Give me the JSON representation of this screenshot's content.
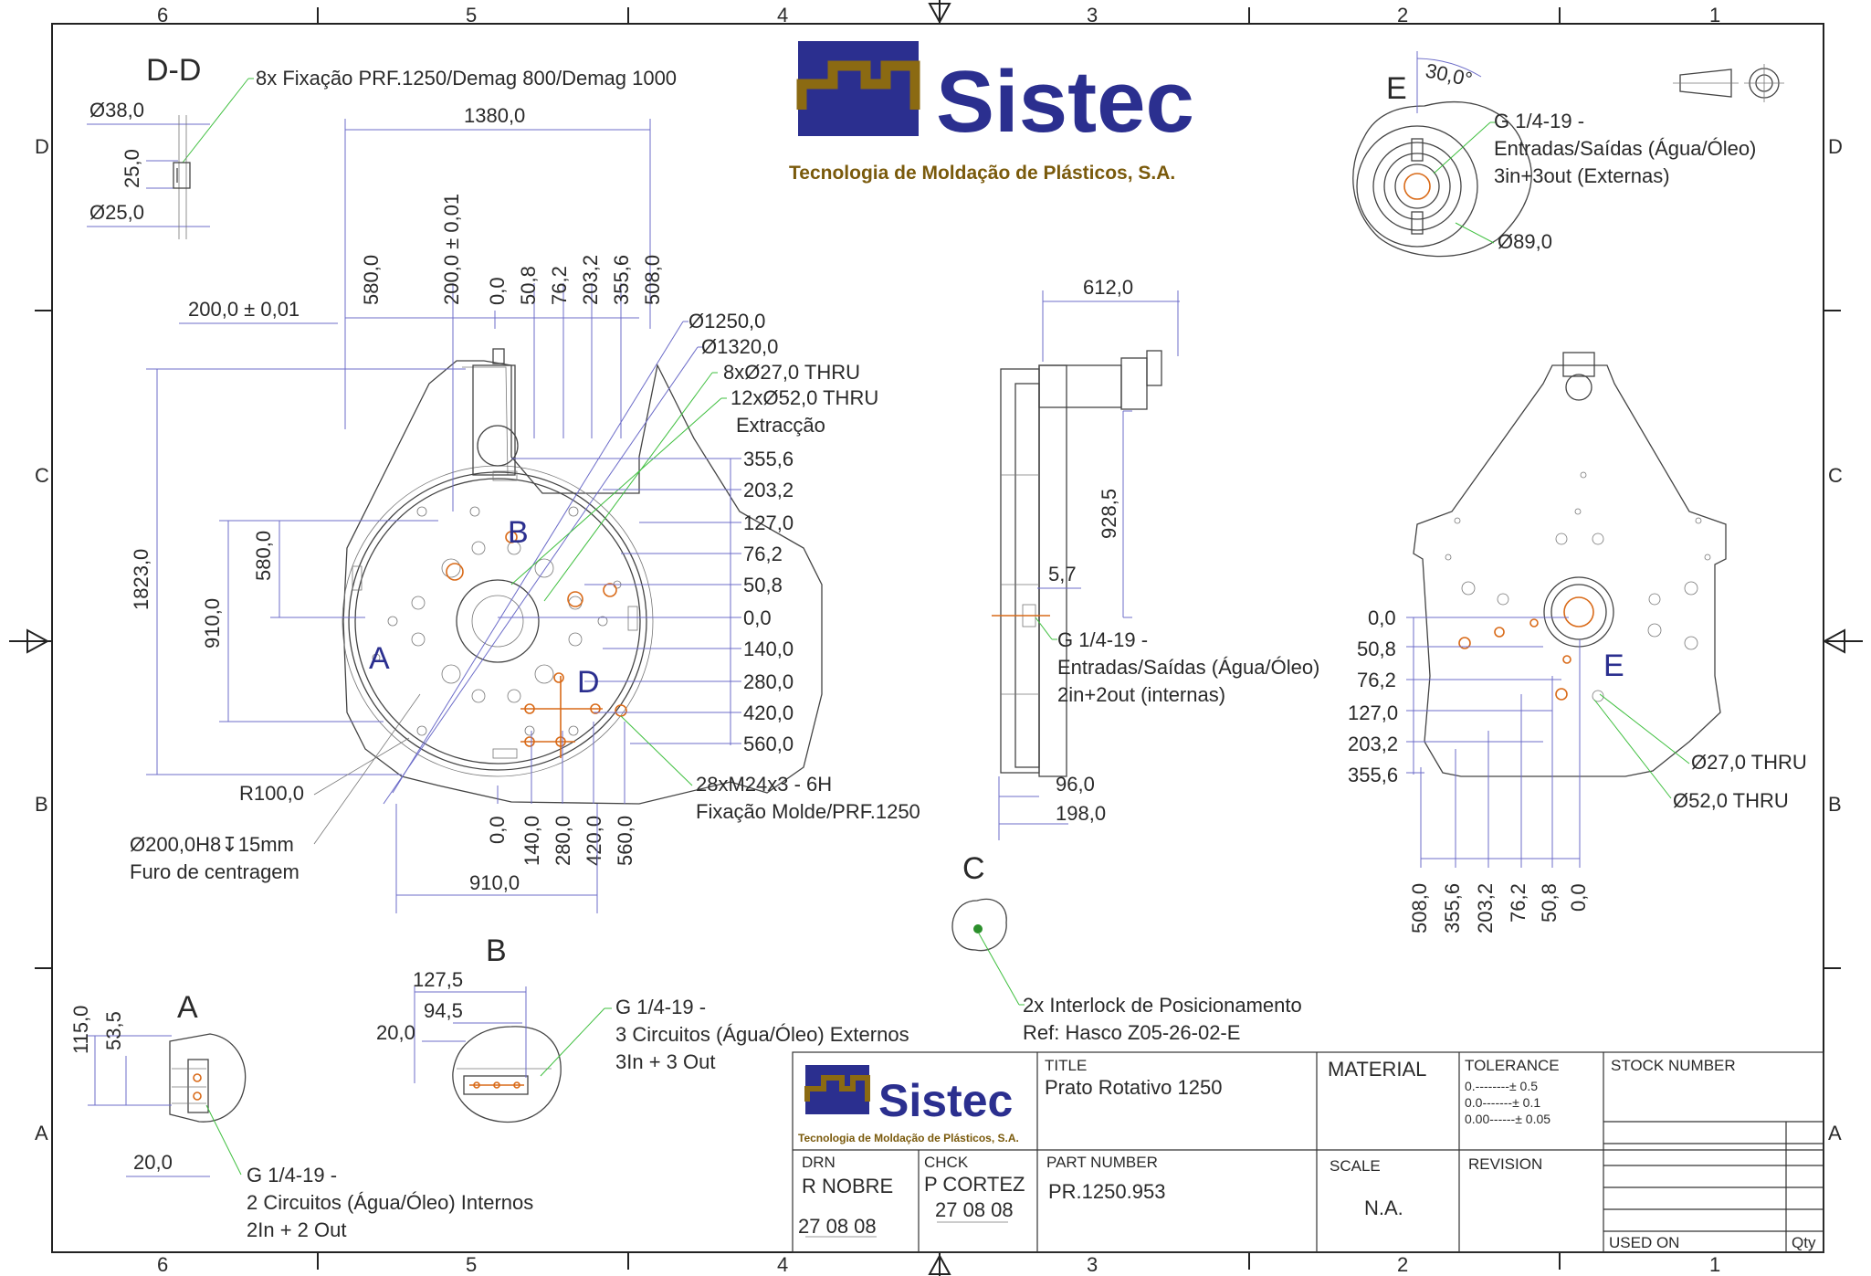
{
  "border": {
    "top_numbers": [
      "6",
      "5",
      "4",
      "3",
      "2",
      "1"
    ],
    "bottom_numbers": [
      "6",
      "5",
      "4",
      "3",
      "2",
      "1"
    ],
    "left_letters": [
      "D",
      "C",
      "B",
      "A"
    ],
    "right_letters": [
      "D",
      "C",
      "B",
      "A"
    ]
  },
  "logo": {
    "name": "Sistec",
    "tagline": "Tecnologia de Moldação de Plásticos, S.A.",
    "brand_blue": "#2b2f8f",
    "brand_gold": "#8b6a12"
  },
  "section_dd": {
    "title": "D-D",
    "note": "8x Fixação PRF.1250/Demag 800/Demag 1000",
    "d38": "Ø38,0",
    "h25": "25,0",
    "d25": "Ø25,0"
  },
  "front_view": {
    "dims_top": [
      "580,0",
      "200,0 ± 0,01",
      "0,0",
      "50,8",
      "76,2",
      "203,2",
      "355,6",
      "508,0"
    ],
    "w1380": "1380,0",
    "tol200": "200,0 ± 0,01",
    "callouts": [
      "Ø1250,0",
      "Ø1320,0",
      "8xØ27,0 THRU",
      "12xØ52,0 THRU",
      "Extracção"
    ],
    "right_ord": [
      "355,6",
      "203,2",
      "127,0",
      "76,2",
      "50,8",
      "0,0",
      "140,0",
      "280,0",
      "420,0",
      "560,0"
    ],
    "left_dims": [
      "1823,0",
      "910,0",
      "580,0"
    ],
    "bottom_ord": [
      "0,0",
      "140,0",
      "280,0",
      "420,0",
      "560,0"
    ],
    "w910": "910,0",
    "r100": "R100,0",
    "centering_1": "Ø200,0H8↧15mm",
    "centering_2": "Furo de centragem",
    "thread_1": "28xM24x3 - 6H",
    "thread_2": "Fixação Molde/PRF.1250",
    "marks": {
      "a": "A",
      "b": "B",
      "d": "D"
    }
  },
  "side_view": {
    "w612": "612,0",
    "h928": "928,5",
    "d57": "5,7",
    "note": [
      "G 1/4-19 -",
      "Entradas/Saídas (Água/Óleo)",
      "2in+2out (internas)"
    ],
    "d96": "96,0",
    "d198": "198,0"
  },
  "detail_e": {
    "title": "E",
    "angle": "30,0°",
    "note": [
      "G 1/4-19 -",
      "Entradas/Saídas (Água/Óleo)",
      "3in+3out (Externas)"
    ],
    "d89": "Ø89,0"
  },
  "rear_view": {
    "left_ord": [
      "0,0",
      "50,8",
      "76,2",
      "127,0",
      "203,2",
      "355,6"
    ],
    "bottom_ord": [
      "508,0",
      "355,6",
      "203,2",
      "76,2",
      "50,8",
      "0,0"
    ],
    "e_mark": "E",
    "hole_a": "Ø27,0 THRU",
    "hole_b": "Ø52,0 THRU"
  },
  "detail_c": {
    "title": "C",
    "note": [
      "2x Interlock de Posicionamento",
      "Ref: Hasco Z05-26-02-E"
    ]
  },
  "detail_a": {
    "title": "A",
    "d115": "115,0",
    "d535": "53,5",
    "d20": "20,0",
    "note": [
      "G 1/4-19 -",
      "2 Circuitos (Água/Óleo) Internos",
      "2In + 2 Out"
    ]
  },
  "detail_b": {
    "title": "B",
    "d1275": "127,5",
    "d945": "94,5",
    "d20": "20,0",
    "note": [
      "G 1/4-19 -",
      "3 Circuitos (Água/Óleo) Externos",
      "3In + 3 Out"
    ]
  },
  "title_block": {
    "title_hdr": "TITLE",
    "title": "Prato Rotativo 1250",
    "material_hdr": "MATERIAL",
    "tol_hdr": "TOLERANCE",
    "tol_lines": [
      "0.--------± 0.5",
      "0.0-------± 0.1",
      "0.00------± 0.05"
    ],
    "stock_hdr": "STOCK NUMBER",
    "drn_hdr": "DRN",
    "drn": "R NOBRE",
    "drn_date": "27 08 08",
    "chk_hdr": "CHCK",
    "chk": "P CORTEZ",
    "chk_date": "27 08 08",
    "part_hdr": "PART NUMBER",
    "part": "PR.1250.953",
    "scale_hdr": "SCALE",
    "scale": "N.A.",
    "rev_hdr": "REVISION",
    "used_on": "USED ON",
    "qty": "Qty"
  }
}
